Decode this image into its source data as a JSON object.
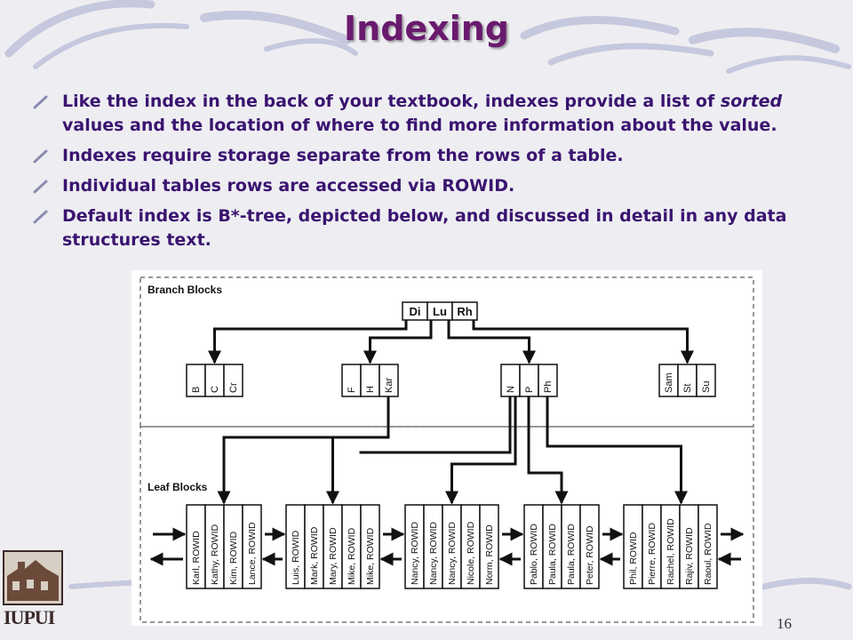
{
  "slide": {
    "title": "Indexing",
    "page_number": "16",
    "logo_text": "IUPUI"
  },
  "bullets": [
    {
      "before": "Like the index in the back of your textbook, indexes provide a list of ",
      "emph": "sorted",
      "after": " values and the location of where to find more information about the value."
    },
    {
      "text": "Indexes require storage separate from the rows of a table."
    },
    {
      "text": "Individual tables rows are accessed via ROWID."
    },
    {
      "text": "Default index is B*-tree, depicted below, and discussed in detail in any data structures text."
    }
  ],
  "diagram": {
    "branch_label": "Branch Blocks",
    "leaf_label": "Leaf Blocks",
    "root": [
      "Di",
      "Lu",
      "Rh"
    ],
    "branches": [
      [
        "B",
        "C",
        "Cr"
      ],
      [
        "F",
        "H",
        "Kar"
      ],
      [
        "N",
        "P",
        "Ph"
      ],
      [
        "Sam",
        "St",
        "Su"
      ]
    ],
    "leaves": [
      [
        "Karl, ROWID",
        "Kathy, ROWID",
        "Kim, ROWID",
        "Lance, ROWID"
      ],
      [
        "Luis, ROWID",
        "Mark, ROWID",
        "Mary, ROWID",
        "Mike, ROWID",
        "Mike, ROWID"
      ],
      [
        "Nancy, ROWID",
        "Nancy, ROWID",
        "Nancy, ROWID",
        "Nicole, ROWID",
        "Norm, ROWID"
      ],
      [
        "Pablo, ROWID",
        "Paula, ROWID",
        "Paula, ROWID",
        "Peter, ROWID"
      ],
      [
        "Phil, ROWID",
        "Pierre, ROWID",
        "Rachel, ROWID",
        "Rajiv, ROWID",
        "Raoul, ROWID"
      ]
    ]
  }
}
